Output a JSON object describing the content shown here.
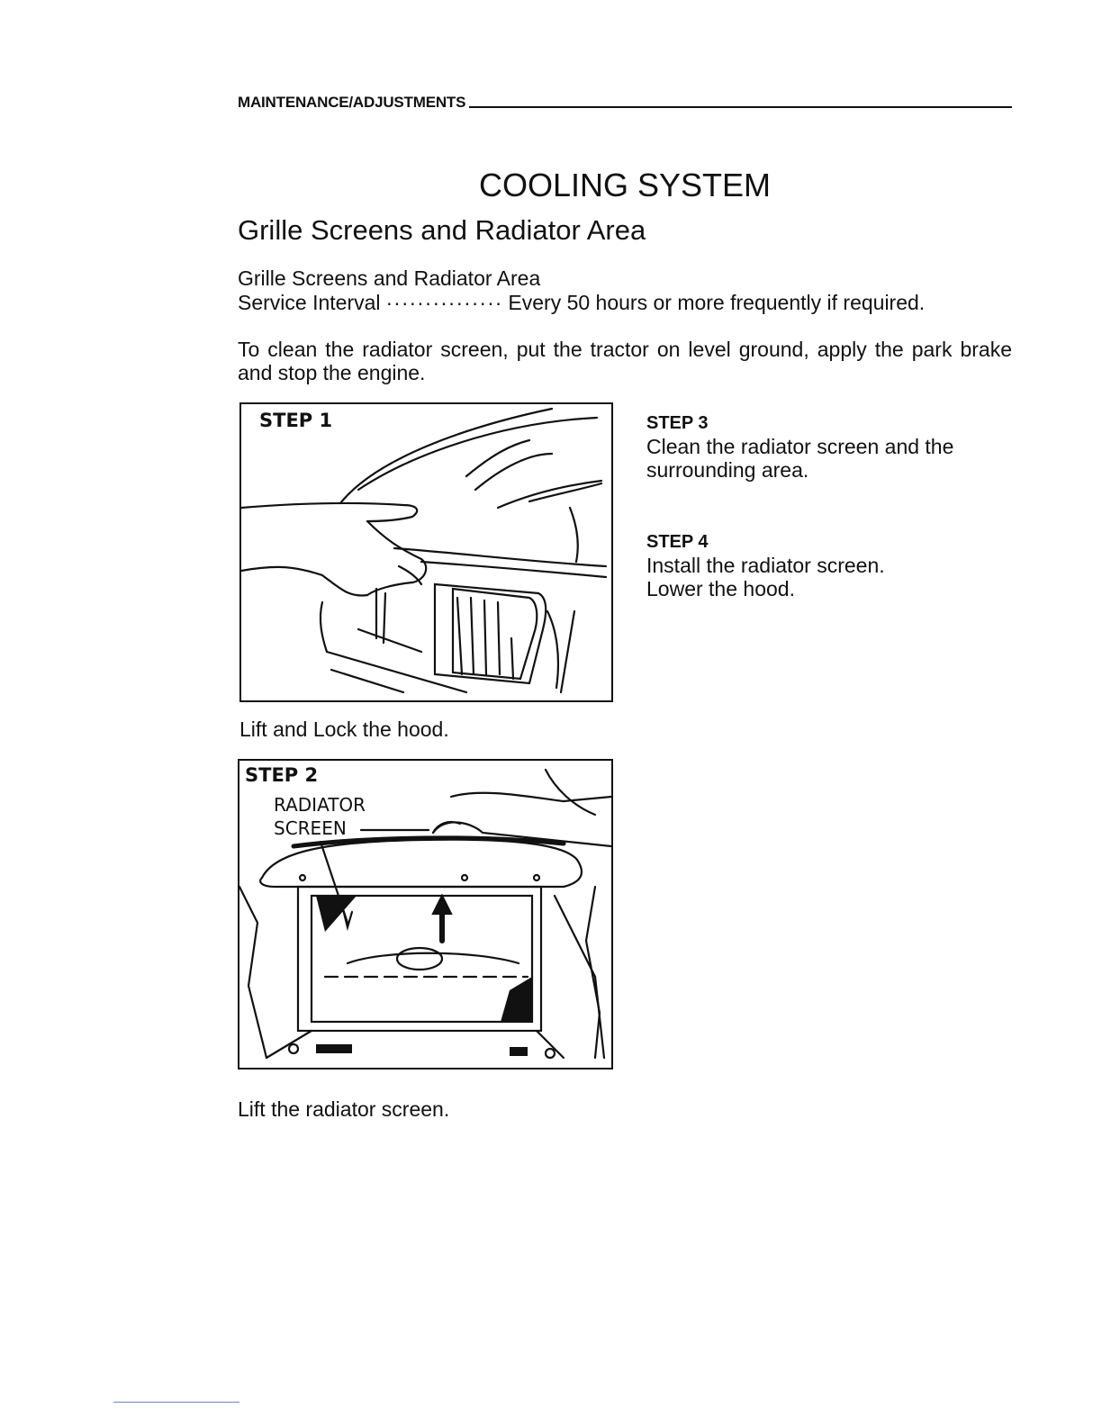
{
  "header": {
    "section": "MAINTENANCE/ADJUSTMENTS"
  },
  "title": "COOLING SYSTEM",
  "subtitle": "Grille Screens and Radiator Area",
  "service": {
    "item": "Grille Screens and Radiator Area",
    "label": "Service Interval",
    "leader": "···············",
    "value": "Every 50 hours or more frequently if required."
  },
  "intro": "To clean the radiator screen, put the tractor on level ground, apply the park brake and stop the engine.",
  "figures": [
    {
      "label": "STEP 1",
      "caption": "Lift and Lock the hood."
    },
    {
      "label": "STEP 2",
      "callout_line1": "RADIATOR",
      "callout_line2": "SCREEN",
      "caption": "Lift the radiator screen."
    }
  ],
  "steps": [
    {
      "title": "STEP 3",
      "lines": [
        "Clean the radiator screen and the",
        "surrounding area."
      ]
    },
    {
      "title": "STEP 4",
      "lines": [
        "Install the radiator screen.",
        "Lower the hood."
      ]
    }
  ]
}
